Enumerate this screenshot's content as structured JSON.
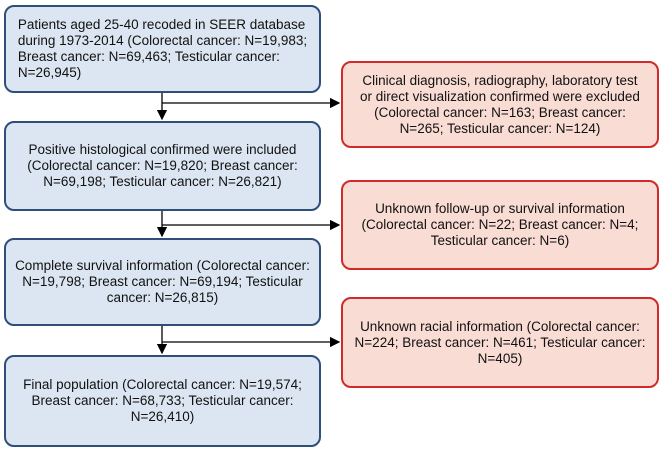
{
  "steps": [
    {
      "text": "Patients aged 25-40 recoded in SEER database\nduring 1973-2014 (Colorectal cancer: N=19,983;\nBreast cancer: N=69,463; Testicular cancer:\nN=26,945)"
    },
    {
      "text": "Positive histological confirmed were included\n(Colorectal cancer: N=19,820; Breast cancer:\nN=69,198; Testicular cancer: N=26,821)"
    },
    {
      "text": "Complete survival information (Colorectal cancer:\nN=19,798; Breast cancer: N=69,194; Testicular\ncancer: N=26,815)"
    },
    {
      "text": "Final population (Colorectal cancer: N=19,574;\nBreast cancer: N=68,733; Testicular cancer:\nN=26,410)"
    }
  ],
  "exclusions": [
    {
      "text": "Clinical diagnosis, radiography, laboratory test\nor direct visualization confirmed were excluded\n(Colorectal cancer: N=163; Breast cancer:\nN=265; Testicular cancer: N=124)"
    },
    {
      "text": "Unknown follow-up or survival information\n(Colorectal cancer: N=22; Breast cancer: N=4;\nTesticular cancer: N=6)"
    },
    {
      "text": "Unknown racial information (Colorectal cancer:\nN=224; Breast cancer: N=461; Testicular cancer:\nN=405)"
    }
  ],
  "colors": {
    "step_fill": "#dce6f2",
    "step_border": "#2f4e7a",
    "exclusion_fill": "#f9dcd4",
    "exclusion_border": "#d12a2a",
    "arrow": "#000000"
  }
}
